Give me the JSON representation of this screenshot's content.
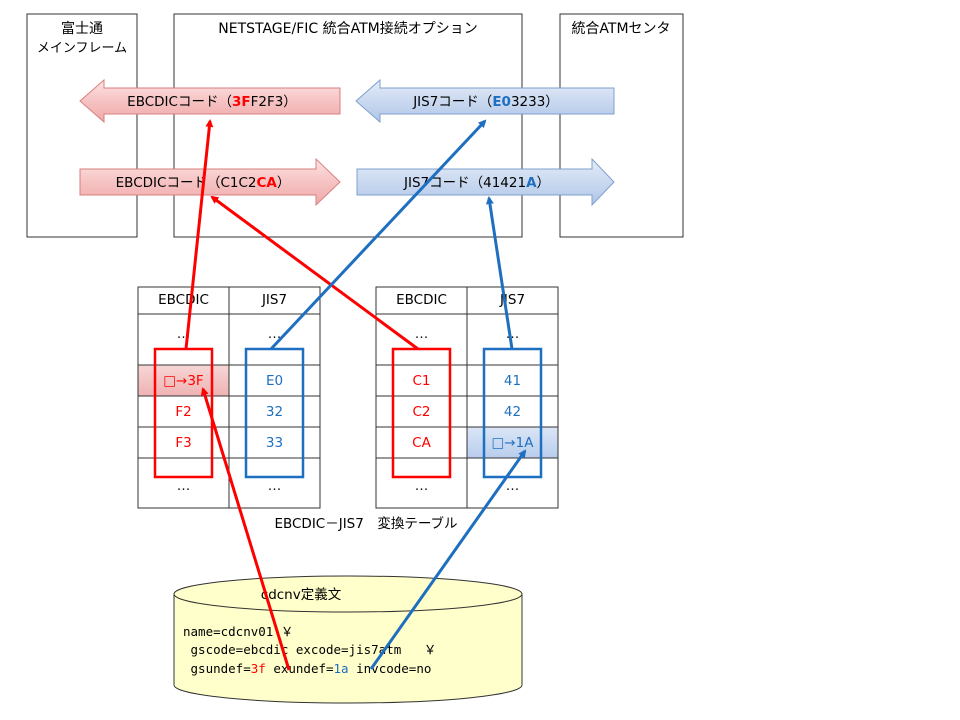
{
  "systems": {
    "mainframe": {
      "line1": "富士通",
      "line2": "メインフレーム"
    },
    "netstage": {
      "title": "NETSTAGE/FIC 統合ATM接続オプション"
    },
    "atm_center": {
      "title": "統合ATMセンタ"
    }
  },
  "arrows": {
    "ebcdic_out": {
      "prefix": "EBCDICコード（",
      "highlight": "3F",
      "rest": "F2F3）"
    },
    "ebcdic_in": {
      "prefix": "EBCDICコード（C1C2",
      "highlight": "CA",
      "rest": "）"
    },
    "jis_in": {
      "prefix": "JIS7コード（",
      "highlight": "E0",
      "rest": "3233）"
    },
    "jis_out": {
      "prefix": "JIS7コード（41421",
      "highlight": "A",
      "rest": "）"
    }
  },
  "tables": {
    "caption": "EBCDIC－JIS7　変換テーブル",
    "left": {
      "headers": [
        "EBCDIC",
        "JIS7"
      ],
      "rows": [
        [
          "…",
          "…"
        ],
        [
          "□→3F",
          "E0"
        ],
        [
          "F2",
          "32"
        ],
        [
          "F3",
          "33"
        ],
        [
          "…",
          "…"
        ]
      ]
    },
    "right": {
      "headers": [
        "EBCDIC",
        "JIS7"
      ],
      "rows": [
        [
          "…",
          "…"
        ],
        [
          "C1",
          "41"
        ],
        [
          "C2",
          "42"
        ],
        [
          "CA",
          "□→1A"
        ],
        [
          "…",
          "…"
        ]
      ]
    }
  },
  "definition": {
    "title": "cdcnv定義文",
    "line1": "name=cdcnv01 ￥",
    "line2": " gscode=ebcdic excode=jis7atm   ￥",
    "line3_a": " gsundef=",
    "line3_b": "3f",
    "line3_c": " exundef=",
    "line3_d": "1a",
    "line3_e": " invcode=no"
  },
  "colors": {
    "red": "#ff0000",
    "blue": "#1f6fc0",
    "red_arrow_fill": "#f6c0c0",
    "blue_arrow_fill": "#c8d8f0",
    "cylinder_fill": "#ffffcc"
  }
}
